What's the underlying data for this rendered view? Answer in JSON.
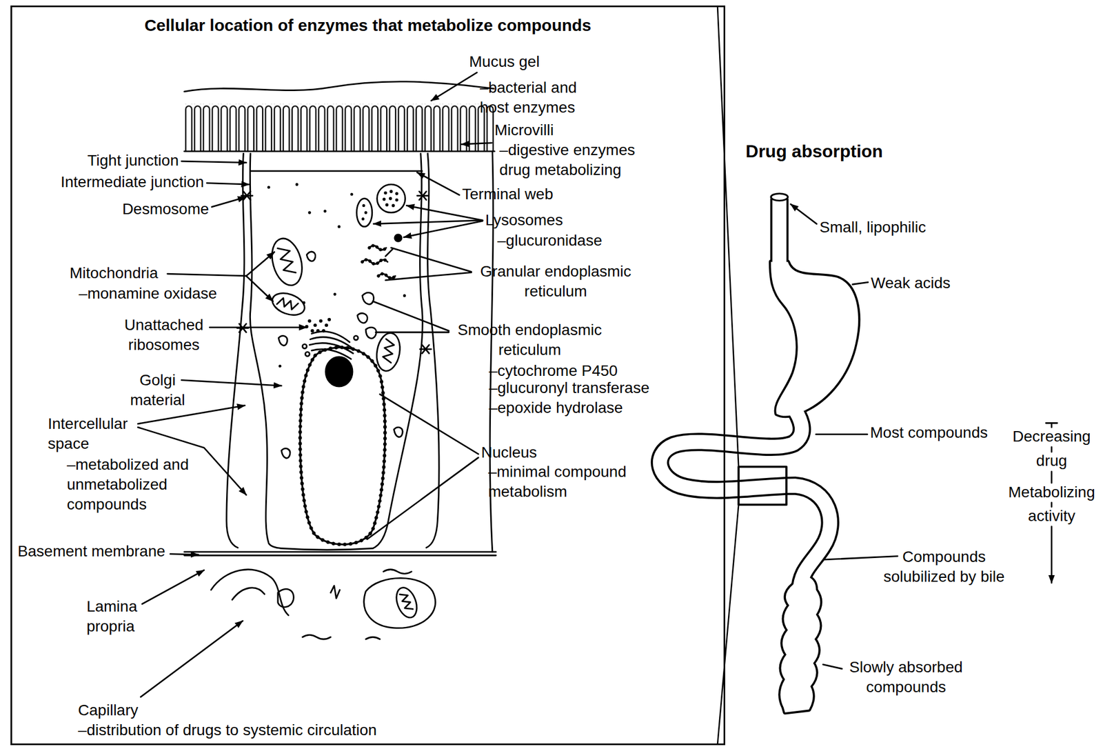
{
  "diagram": {
    "nodes": [
      {
        "text": [
          "Cellular location of enzymes that metabolize compounds"
        ]
      }
    ],
    "labels": [
      "Mucus gel",
      "–bacterial and host enzymes",
      "Microvilli",
      "–digestive enzymes drug metabolizing",
      "Tight junction",
      "Intermediate junction",
      "Desmosome",
      "Terminal web",
      "Lysosomes",
      "–glucuronidase",
      "Mitochondria",
      "–monamine oxidase",
      "Granular endoplasmic reticulum",
      "Unattached ribosomes",
      "Smooth endoplasmic reticulum",
      "–cytochrome P450",
      "–glucuronyl transferase",
      "–epoxide hydrolase",
      "Golgi material",
      "Intercellular space",
      "–metabolized and unmetabolized compounds",
      "Nucleus",
      "–minimal compound metabolism",
      "Basement membrane",
      "Lamina propria",
      "Capillary",
      "–distribution of drugs to systemic circulation",
      "Drug absorption",
      "Small, lipophilic",
      "Weak acids",
      "Most compounds",
      "Decreasing",
      "drug",
      "Metabolizing",
      "activity",
      "Compounds solubilized by bile",
      "Slowly absorbed compounds"
    ]
  }
}
